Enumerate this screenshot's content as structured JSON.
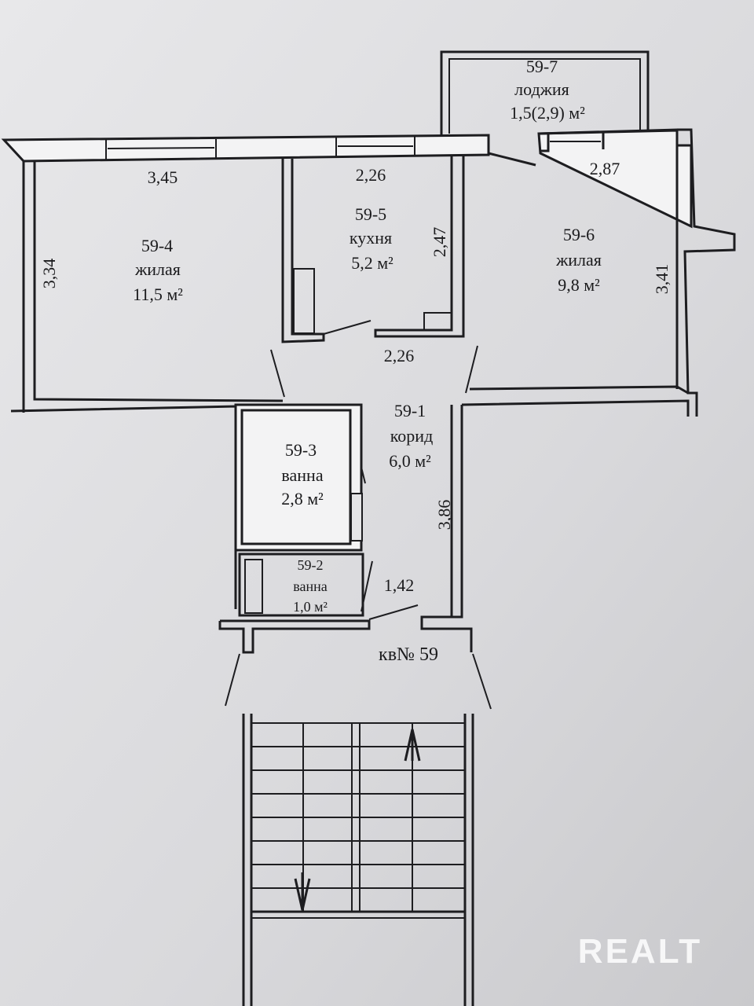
{
  "rooms": {
    "r594": {
      "id": "59-4",
      "type": "жилая",
      "area": "11,5 м²"
    },
    "r595": {
      "id": "59-5",
      "type": "кухня",
      "area": "5,2 м²"
    },
    "r596": {
      "id": "59-6",
      "type": "жилая",
      "area": "9,8 м²"
    },
    "r597": {
      "id": "59-7",
      "type": "лоджия",
      "area": "1,5(2,9) м²"
    },
    "r591": {
      "id": "59-1",
      "type": "корид",
      "area": "6,0 м²"
    },
    "r593": {
      "id": "59-3",
      "type": "ванна",
      "area": "2,8 м²"
    },
    "r592": {
      "id": "59-2",
      "type": "ванна",
      "area": "1,0 м²"
    }
  },
  "dimensions": {
    "d345": "3,45",
    "d226_top": "2,26",
    "d287": "2,87",
    "d334": "3,34",
    "d247": "2,47",
    "d341": "3,41",
    "d226_bottom": "2,26",
    "d386": "3,86",
    "d142": "1,42"
  },
  "apartment_label": "кв№ 59",
  "watermark": "REALT",
  "colors": {
    "paper": "#dcdcde",
    "lines": "#1d1d20"
  }
}
